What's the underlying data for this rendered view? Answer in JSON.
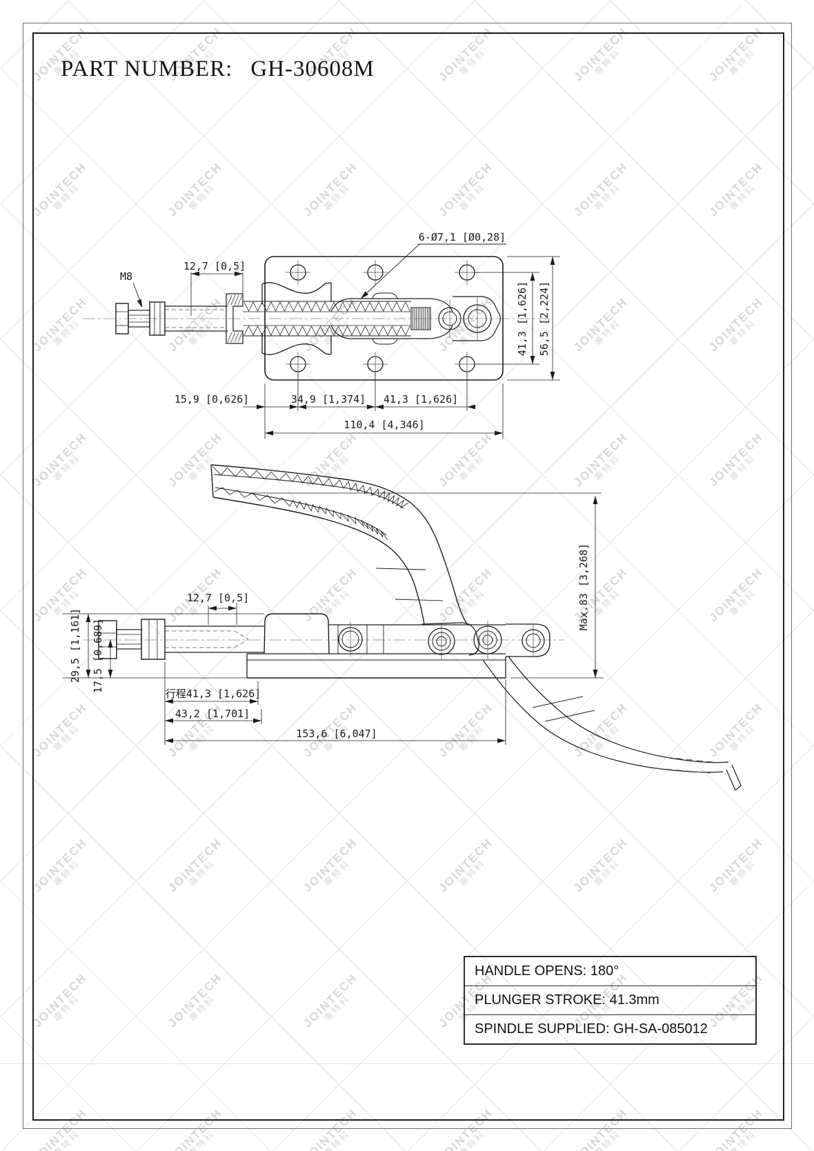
{
  "title": {
    "label": "PART NUMBER:",
    "value": "GH-30608M"
  },
  "watermark": {
    "brand": "JOINTECH",
    "cjk": "專特科"
  },
  "top_view": {
    "dims": {
      "hole_callout": "6-Ø7,1 [Ø0,28]",
      "thread": "M8",
      "collar_offset": "12,7 [0,5]",
      "hole_row_spacing": "41,3 [1,626]",
      "plate_height": "56,5 [2,224]",
      "edge_to_hole": "15,9 [0,626]",
      "hole_spacing_a": "34,9 [1,374]",
      "hole_spacing_b": "41,3 [1,626]",
      "plate_length": "110,4 [4,346]"
    }
  },
  "side_view": {
    "dims": {
      "collar_offset": "12,7 [0,5]",
      "overall_height": "29,5 [1,161]",
      "center_height": "17,5 [0,689]",
      "stroke": "行程41,3 [1,626]",
      "stroke_travel": "43,2 [1,701]",
      "overall_length": "153,6 [6,047]",
      "handle_max_height": "Max.83 [3,268]"
    }
  },
  "spec_table": {
    "rows": [
      {
        "label": "HANDLE OPENS: 180°"
      },
      {
        "label": "PLUNGER STROKE: 41.3mm"
      },
      {
        "label": "SPINDLE SUPPLIED: GH-SA-085012"
      }
    ]
  }
}
